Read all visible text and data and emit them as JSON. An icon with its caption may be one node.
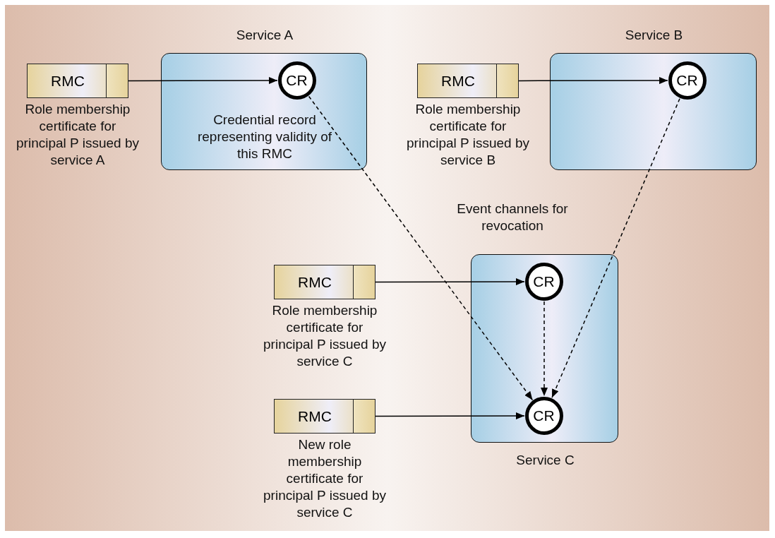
{
  "diagram": {
    "nodes": [
      {
        "text": [
          "Service A",
          "Credential record representing validity of this RMC"
        ]
      },
      {
        "text": [
          "RMC"
        ],
        "beside": [
          "Role membership certificate for principal P issued by service A"
        ]
      },
      {
        "text": [
          "CR"
        ],
        "in": 0
      },
      {
        "text": [
          "Service B"
        ]
      },
      {
        "text": [
          "RMC"
        ],
        "beside": [
          "Role membership certificate for principal P issued by service B"
        ]
      },
      {
        "text": [
          "CR"
        ],
        "in": 3
      },
      {
        "text": [
          "Service C"
        ]
      },
      {
        "text": [
          "CR"
        ],
        "in": 6
      },
      {
        "text": [
          "CR"
        ],
        "in": 6
      },
      {
        "text": [
          "RMC"
        ],
        "beside": [
          "Role membership certificate for principal P issued by service C"
        ]
      },
      {
        "text": [
          "RMC"
        ],
        "beside": [
          "New role membership certificate for principal P issued by service C"
        ]
      }
    ],
    "edges": [
      {
        "from": 1,
        "to": 2,
        "arrow": "to"
      },
      {
        "from": 4,
        "to": 5,
        "arrow": "to"
      },
      {
        "from": 9,
        "to": 7,
        "arrow": "to"
      },
      {
        "from": 10,
        "to": 8,
        "arrow": "to"
      },
      {
        "from": 2,
        "to": 8,
        "arrow": "to",
        "style": "dashed"
      },
      {
        "from": 5,
        "to": 8,
        "arrow": "to",
        "style": "dashed"
      },
      {
        "from": 7,
        "to": 8,
        "arrow": "to",
        "style": "dashed"
      }
    ],
    "labels": [
      "Event channels for revocation"
    ]
  }
}
